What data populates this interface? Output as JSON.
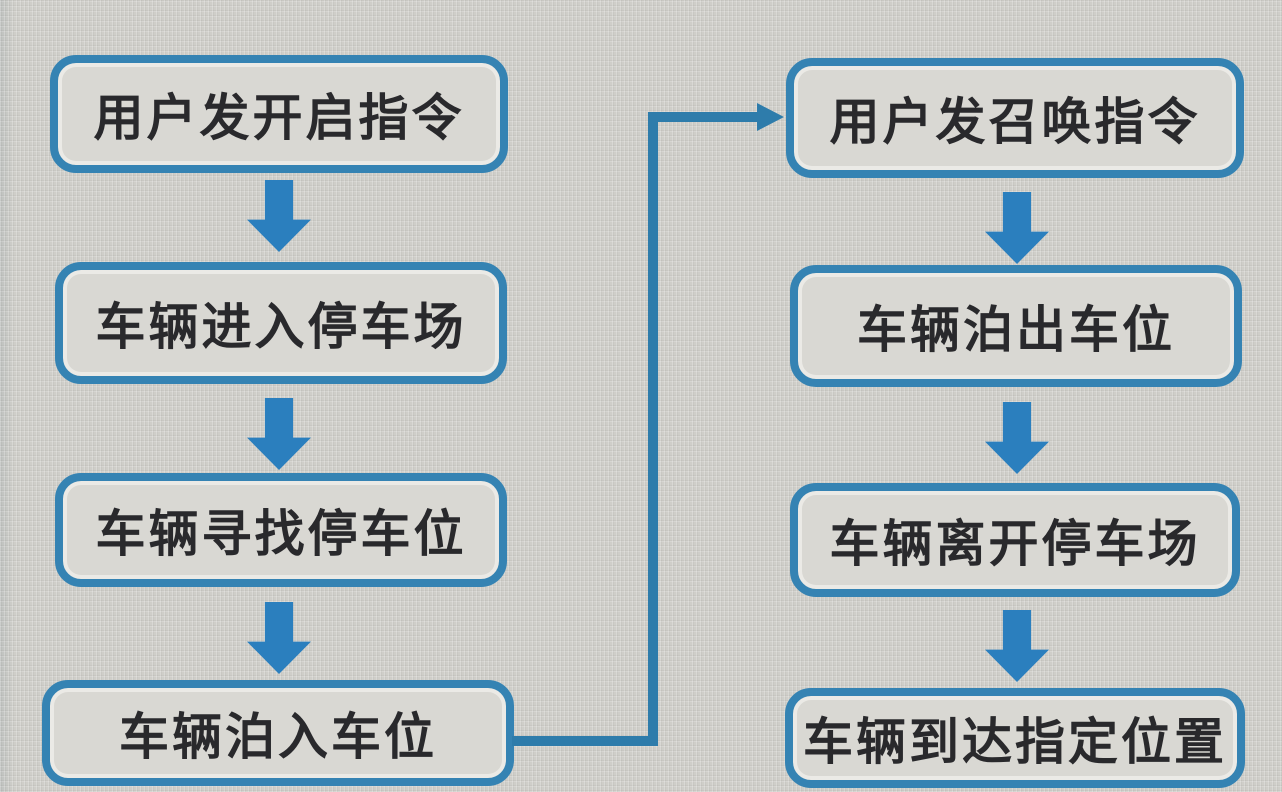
{
  "diagram": {
    "left_column": [
      {
        "label": "用户发开启指令"
      },
      {
        "label": "车辆进入停车场"
      },
      {
        "label": "车辆寻找停车位"
      },
      {
        "label": "车辆泊入车位"
      }
    ],
    "right_column": [
      {
        "label": "用户发召唤指令"
      },
      {
        "label": "车辆泊出车位"
      },
      {
        "label": "车辆离开停车场"
      },
      {
        "label": "车辆到达指定位置"
      }
    ],
    "connections": {
      "left_column_flow": "top-to-bottom block arrows",
      "right_column_flow": "top-to-bottom block arrows",
      "elbow": {
        "from": "车辆泊入车位",
        "to": "用户发召唤指令"
      }
    },
    "colors": {
      "background": "#cfcec9",
      "box_fill": "#d9d8d3",
      "box_border": "#3583b3",
      "arrow_fill": "#2b7fbe",
      "connector_line": "#2e7cab",
      "text": "#29292c"
    }
  }
}
